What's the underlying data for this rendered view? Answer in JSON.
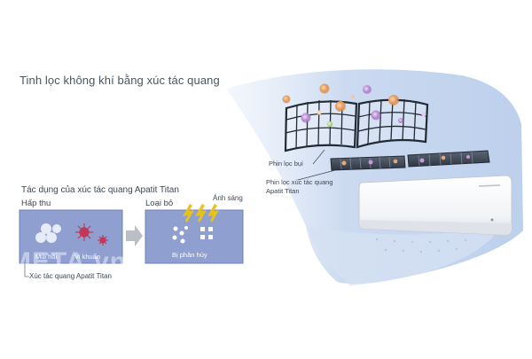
{
  "title": "Tinh lọc không khí bằng xúc tác quang",
  "subtitle": "Tác dụng của xúc tác quang Apatit Titan",
  "left_panel": {
    "heading": "Hấp thu",
    "label_odor": "Mùi hôi",
    "label_bacteria": "Vi khuẩn",
    "caption": "Xúc tác quang Apatit Titan"
  },
  "right_panel": {
    "heading": "Loại bỏ",
    "light_label": "Ánh sáng",
    "result_label": "Bị phân hủy"
  },
  "filters": {
    "dust_filter_label": "Phin lọc bụi",
    "titan_filter_label_1": "Phin lọc xúc tác quang",
    "titan_filter_label_2": "Apatit Titan"
  },
  "watermark": "META.vn",
  "colors": {
    "panel_fill": "#8e9fd0",
    "panel_border": "#6f82b8",
    "ribbon": "#c9d8ef",
    "bacteria": "#c0395a",
    "light_bolt": "#e8c21c",
    "particle_orange": "#e39a5a",
    "particle_purple": "#b68bd0"
  }
}
